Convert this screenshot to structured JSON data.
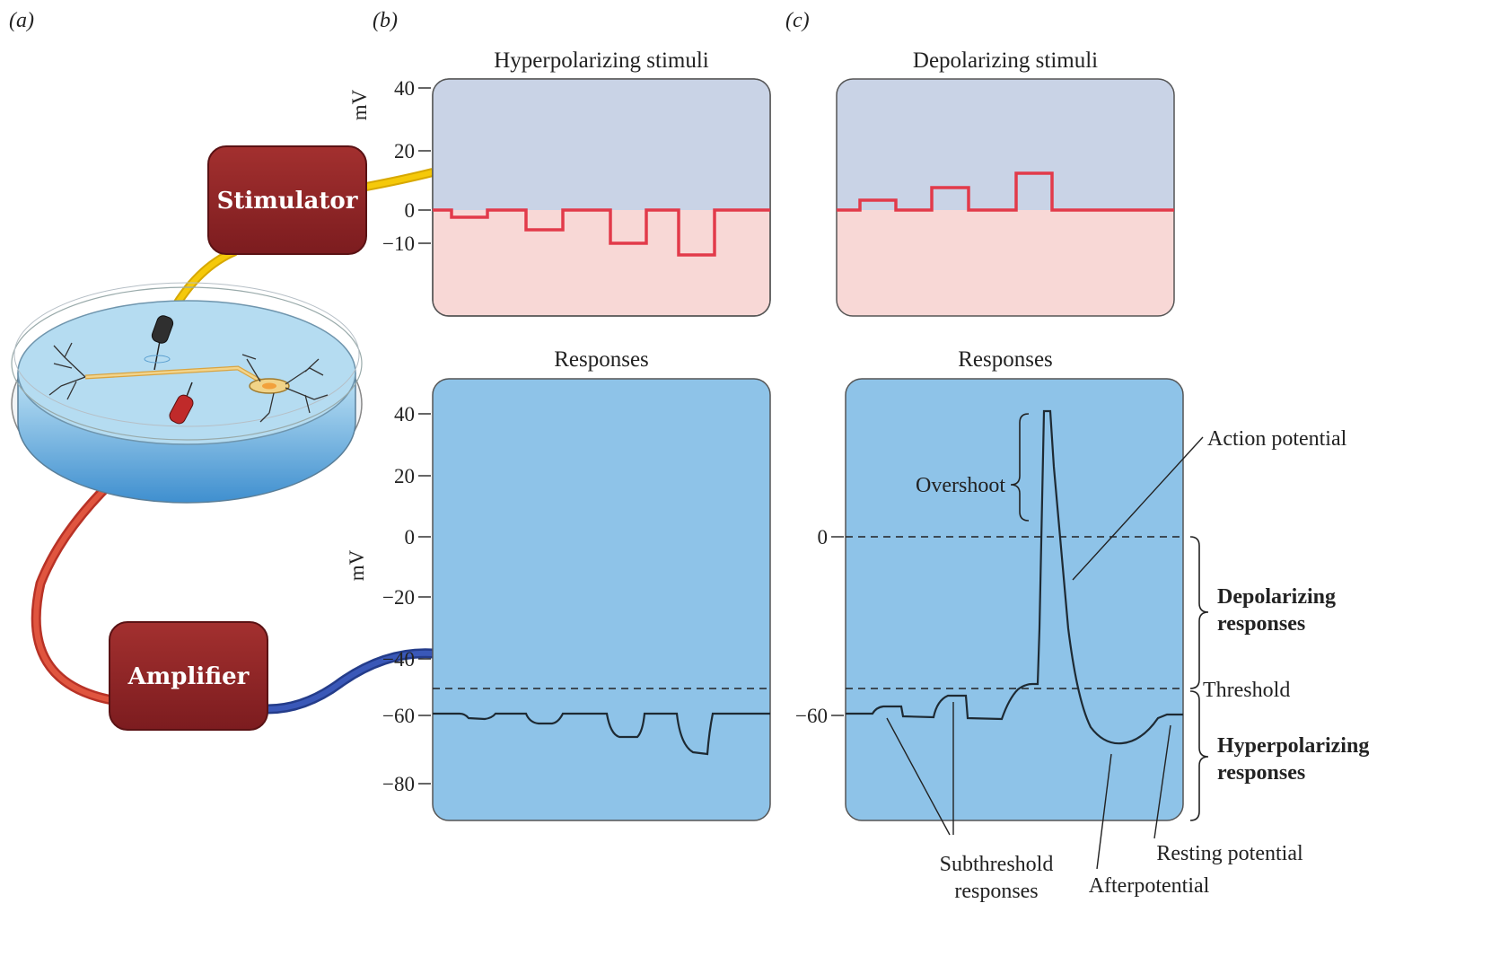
{
  "panels": {
    "a": {
      "label": "(a)",
      "stimulator_label": "Stimulator",
      "amplifier_label": "Amplifier"
    },
    "b": {
      "label": "(b)",
      "stimuli_title": "Hyperpolarizing stimuli",
      "responses_title": "Responses",
      "stimulus_axis_unit": "mV",
      "stimulus_ticks": [
        "40",
        "20",
        "0",
        "−10"
      ],
      "response_axis_unit": "mV",
      "response_ticks": [
        "40",
        "20",
        "0",
        "−20",
        "−40",
        "−60",
        "−80"
      ]
    },
    "c": {
      "label": "(c)",
      "stimuli_title": "Depolarizing stimuli",
      "responses_title": "Responses",
      "tick_zero": "0",
      "tick_minus60": "−60",
      "annotations": {
        "overshoot": "Overshoot",
        "action_potential": "Action potential",
        "depolarizing_responses_line1": "Depolarizing",
        "depolarizing_responses_line2": "responses",
        "threshold": "Threshold",
        "hyperpolarizing_responses_line1": "Hyperpolarizing",
        "hyperpolarizing_responses_line2": "responses",
        "resting_potential": "Resting potential",
        "subthreshold_line1": "Subthreshold",
        "subthreshold_line2": "responses",
        "afterpotential": "Afterpotential"
      }
    }
  },
  "colors": {
    "stimulus_upper": "#c9d3e6",
    "stimulus_lower": "#f8d8d6",
    "stimulus_trace": "#e23a4a",
    "response_bg": "#8ec3e8",
    "device_box": "#8e2326",
    "stim_wire": "#f2c200",
    "amp_wire": "#d84a3a",
    "out_wire": "#2f4aa0"
  }
}
